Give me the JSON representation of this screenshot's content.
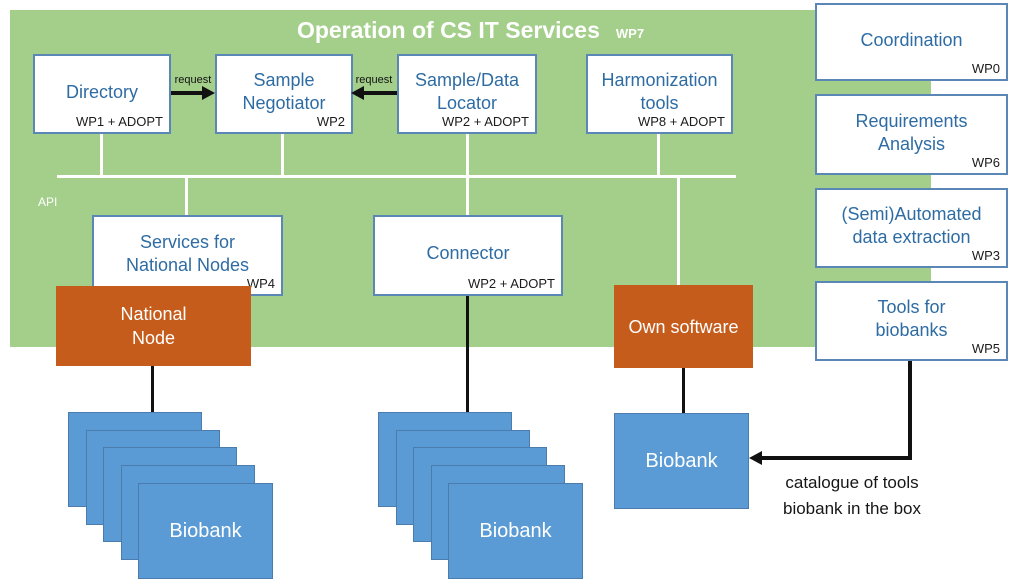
{
  "header": {
    "title": "Operation of CS IT Services",
    "wp_tag": "WP7"
  },
  "api_label": "API",
  "request_labels": {
    "left": "request",
    "right": "request"
  },
  "service_boxes": [
    {
      "label": "Directory",
      "wp": "WP1 + ADOPT"
    },
    {
      "label": "Sample\nNegotiator",
      "wp": "WP2"
    },
    {
      "label": "Sample/Data\nLocator",
      "wp": "WP2 + ADOPT"
    },
    {
      "label": "Harmonization\ntools",
      "wp": "WP8 + ADOPT"
    }
  ],
  "mid_boxes": [
    {
      "label": "Services for\nNational Nodes",
      "wp": "WP4"
    },
    {
      "label": "Connector",
      "wp": "WP2 + ADOPT"
    }
  ],
  "wp_boxes": [
    {
      "label": "Coordination",
      "wp": "WP0"
    },
    {
      "label": "Requirements\nAnalysis",
      "wp": "WP6"
    },
    {
      "label": "(Semi)Automated\ndata extraction",
      "wp": "WP3"
    },
    {
      "label": "Tools for\nbiobanks",
      "wp": "WP5"
    }
  ],
  "node_boxes": [
    {
      "label": "National\nNode"
    },
    {
      "label": "Own software"
    }
  ],
  "biobanks": {
    "stack_left_label": "Biobank",
    "stack_middle_label": "Biobank",
    "single_label": "Biobank"
  },
  "annotation": {
    "text": "catalogue of tools\nbiobank in the box"
  },
  "colors": {
    "panel_green": "#a4cf8b",
    "accent_orange": "#c65c1b",
    "biobank_blue": "#5b9bd5",
    "box_border_blue": "#5b87b7",
    "label_blue": "#2e6ca3"
  }
}
